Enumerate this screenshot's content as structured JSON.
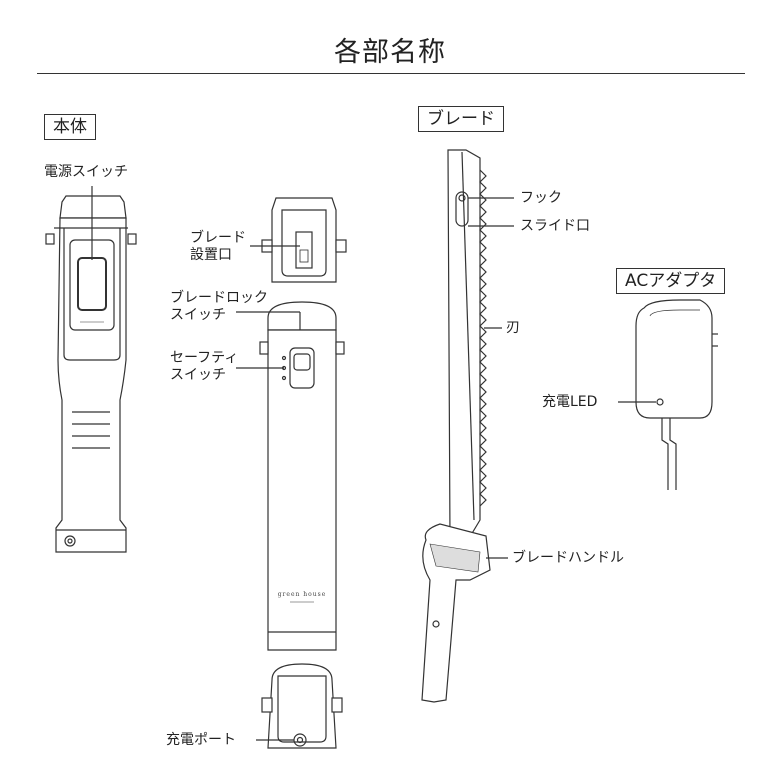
{
  "title": "各部名称",
  "sections": {
    "body": "本体",
    "blade": "ブレード",
    "adapter": "ACアダプタ"
  },
  "labels": {
    "power_switch": "電源スイッチ",
    "blade_mount_1": "ブレード",
    "blade_mount_2": "設置口",
    "blade_lock_1": "ブレードロック",
    "blade_lock_2": "スイッチ",
    "safety_1": "セーフティ",
    "safety_2": "スイッチ",
    "charge_port": "充電ポート",
    "hook": "フック",
    "slide_slot": "スライド口",
    "edge": "刃",
    "blade_handle": "ブレードハンドル",
    "charge_led": "充電LED"
  },
  "device_text": {
    "brand": "green house"
  }
}
